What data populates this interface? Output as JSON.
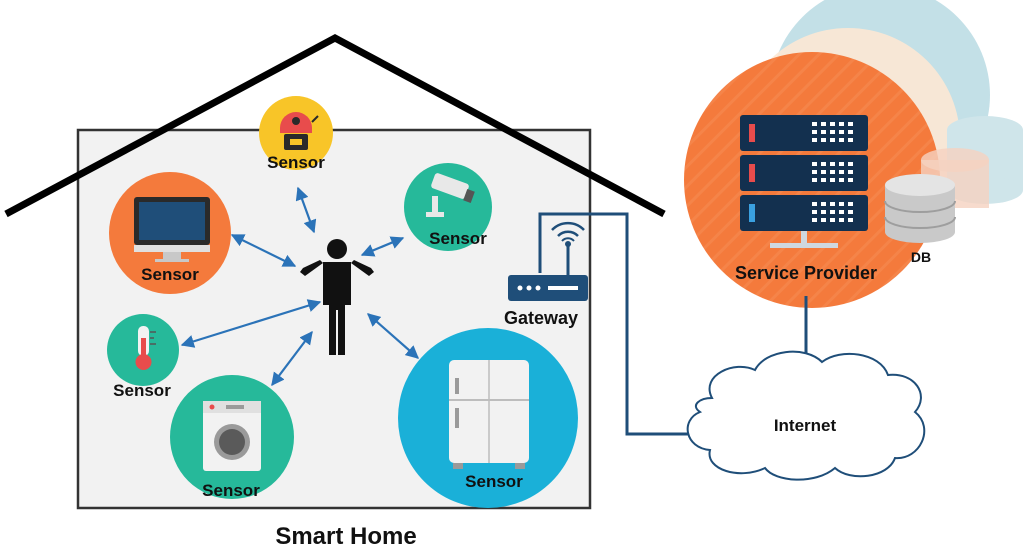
{
  "labels": {
    "sensor_alarm": "Sensor",
    "sensor_tv": "Sensor",
    "sensor_camera": "Sensor",
    "sensor_thermo": "Sensor",
    "sensor_washer": "Sensor",
    "sensor_fridge": "Sensor",
    "gateway": "Gateway",
    "service_provider": "Service Provider",
    "db": "DB",
    "internet": "Internet",
    "smart_home": "Smart Home"
  },
  "icons": {
    "alarm": "alarm-bell-icon",
    "tv": "monitor-icon",
    "camera": "security-camera-icon",
    "thermometer": "thermometer-icon",
    "washer": "washing-machine-icon",
    "fridge": "refrigerator-icon",
    "person": "person-icon",
    "router": "router-icon",
    "server": "server-icon",
    "database": "database-icon",
    "cloud": "cloud-icon"
  },
  "colors": {
    "orange": "#f47a3c",
    "teal": "#26b99a",
    "cyan": "#1ab0d8",
    "yellow": "#f8c528",
    "arrow": "#2b73b8",
    "line": "#1f4e79",
    "house": "#000000"
  }
}
